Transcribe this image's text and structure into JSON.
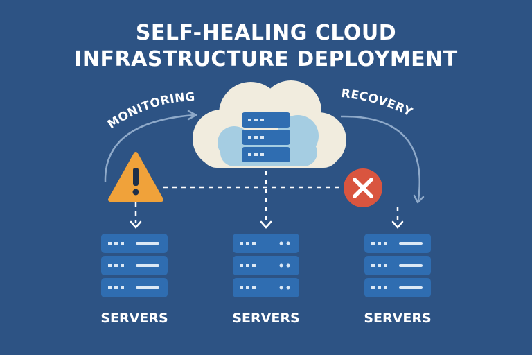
{
  "title": {
    "line1": "SELF-HEALING CLOUD",
    "line2": "INFRASTRUCTURE DEPLOYMENT"
  },
  "labels": {
    "monitoring": "MONITORING",
    "recovery": "RECOVERY"
  },
  "servers": [
    {
      "label": "SERVERS"
    },
    {
      "label": "SERVERS"
    },
    {
      "label": "SERVERS"
    }
  ],
  "icons": [
    "cloud-icon",
    "server-stack-icon",
    "warning-icon",
    "error-x-icon",
    "arrow-down-icon"
  ],
  "colors": {
    "background": "#2d5384",
    "cloud": "#f1ecde",
    "cloud_inner": "#a5cde2",
    "server": "#2f6db1",
    "warning": "#f0a23a",
    "error": "#d9553f",
    "connector": "#ffffff"
  }
}
